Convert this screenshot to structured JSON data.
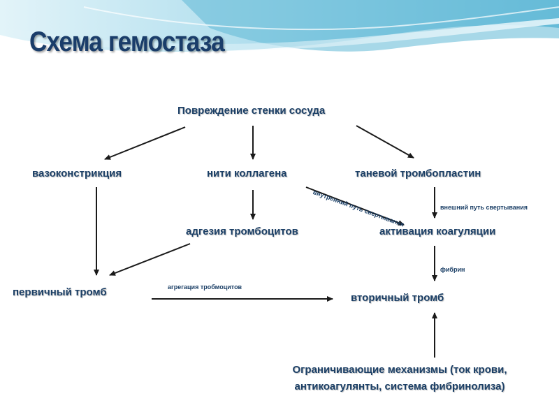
{
  "title": "Схема гемостаза",
  "nodes": {
    "damage": "Повреждение стенки сосуда",
    "vasoconstriction": "вазоконстрикция",
    "collagen": "нити коллагена",
    "tissue_thromboplastin": "таневой тромбопластин",
    "platelet_adhesion": "адгезия тромбоцитов",
    "coagulation_activation": "активация  коагуляции",
    "primary_thrombus": "первичный тромб",
    "secondary_thrombus": "вторичный тромб",
    "limiting_line1": "Ограничивающие механизмы (ток крови,",
    "limiting_line2": "антикоагулянты, система фибринолиза)"
  },
  "edge_labels": {
    "intrinsic": "внутренний путь свертывания",
    "extrinsic": "внешний путь свертывания",
    "fibrin": "фибрин",
    "aggregation": "агрегация тробмоцитов"
  },
  "colors": {
    "text": "#1b3f66",
    "title": "#1a3d6a",
    "arrow": "#1a1a1a",
    "wave_dark": "#5fb8d6",
    "wave_light": "#bfe3ef"
  }
}
